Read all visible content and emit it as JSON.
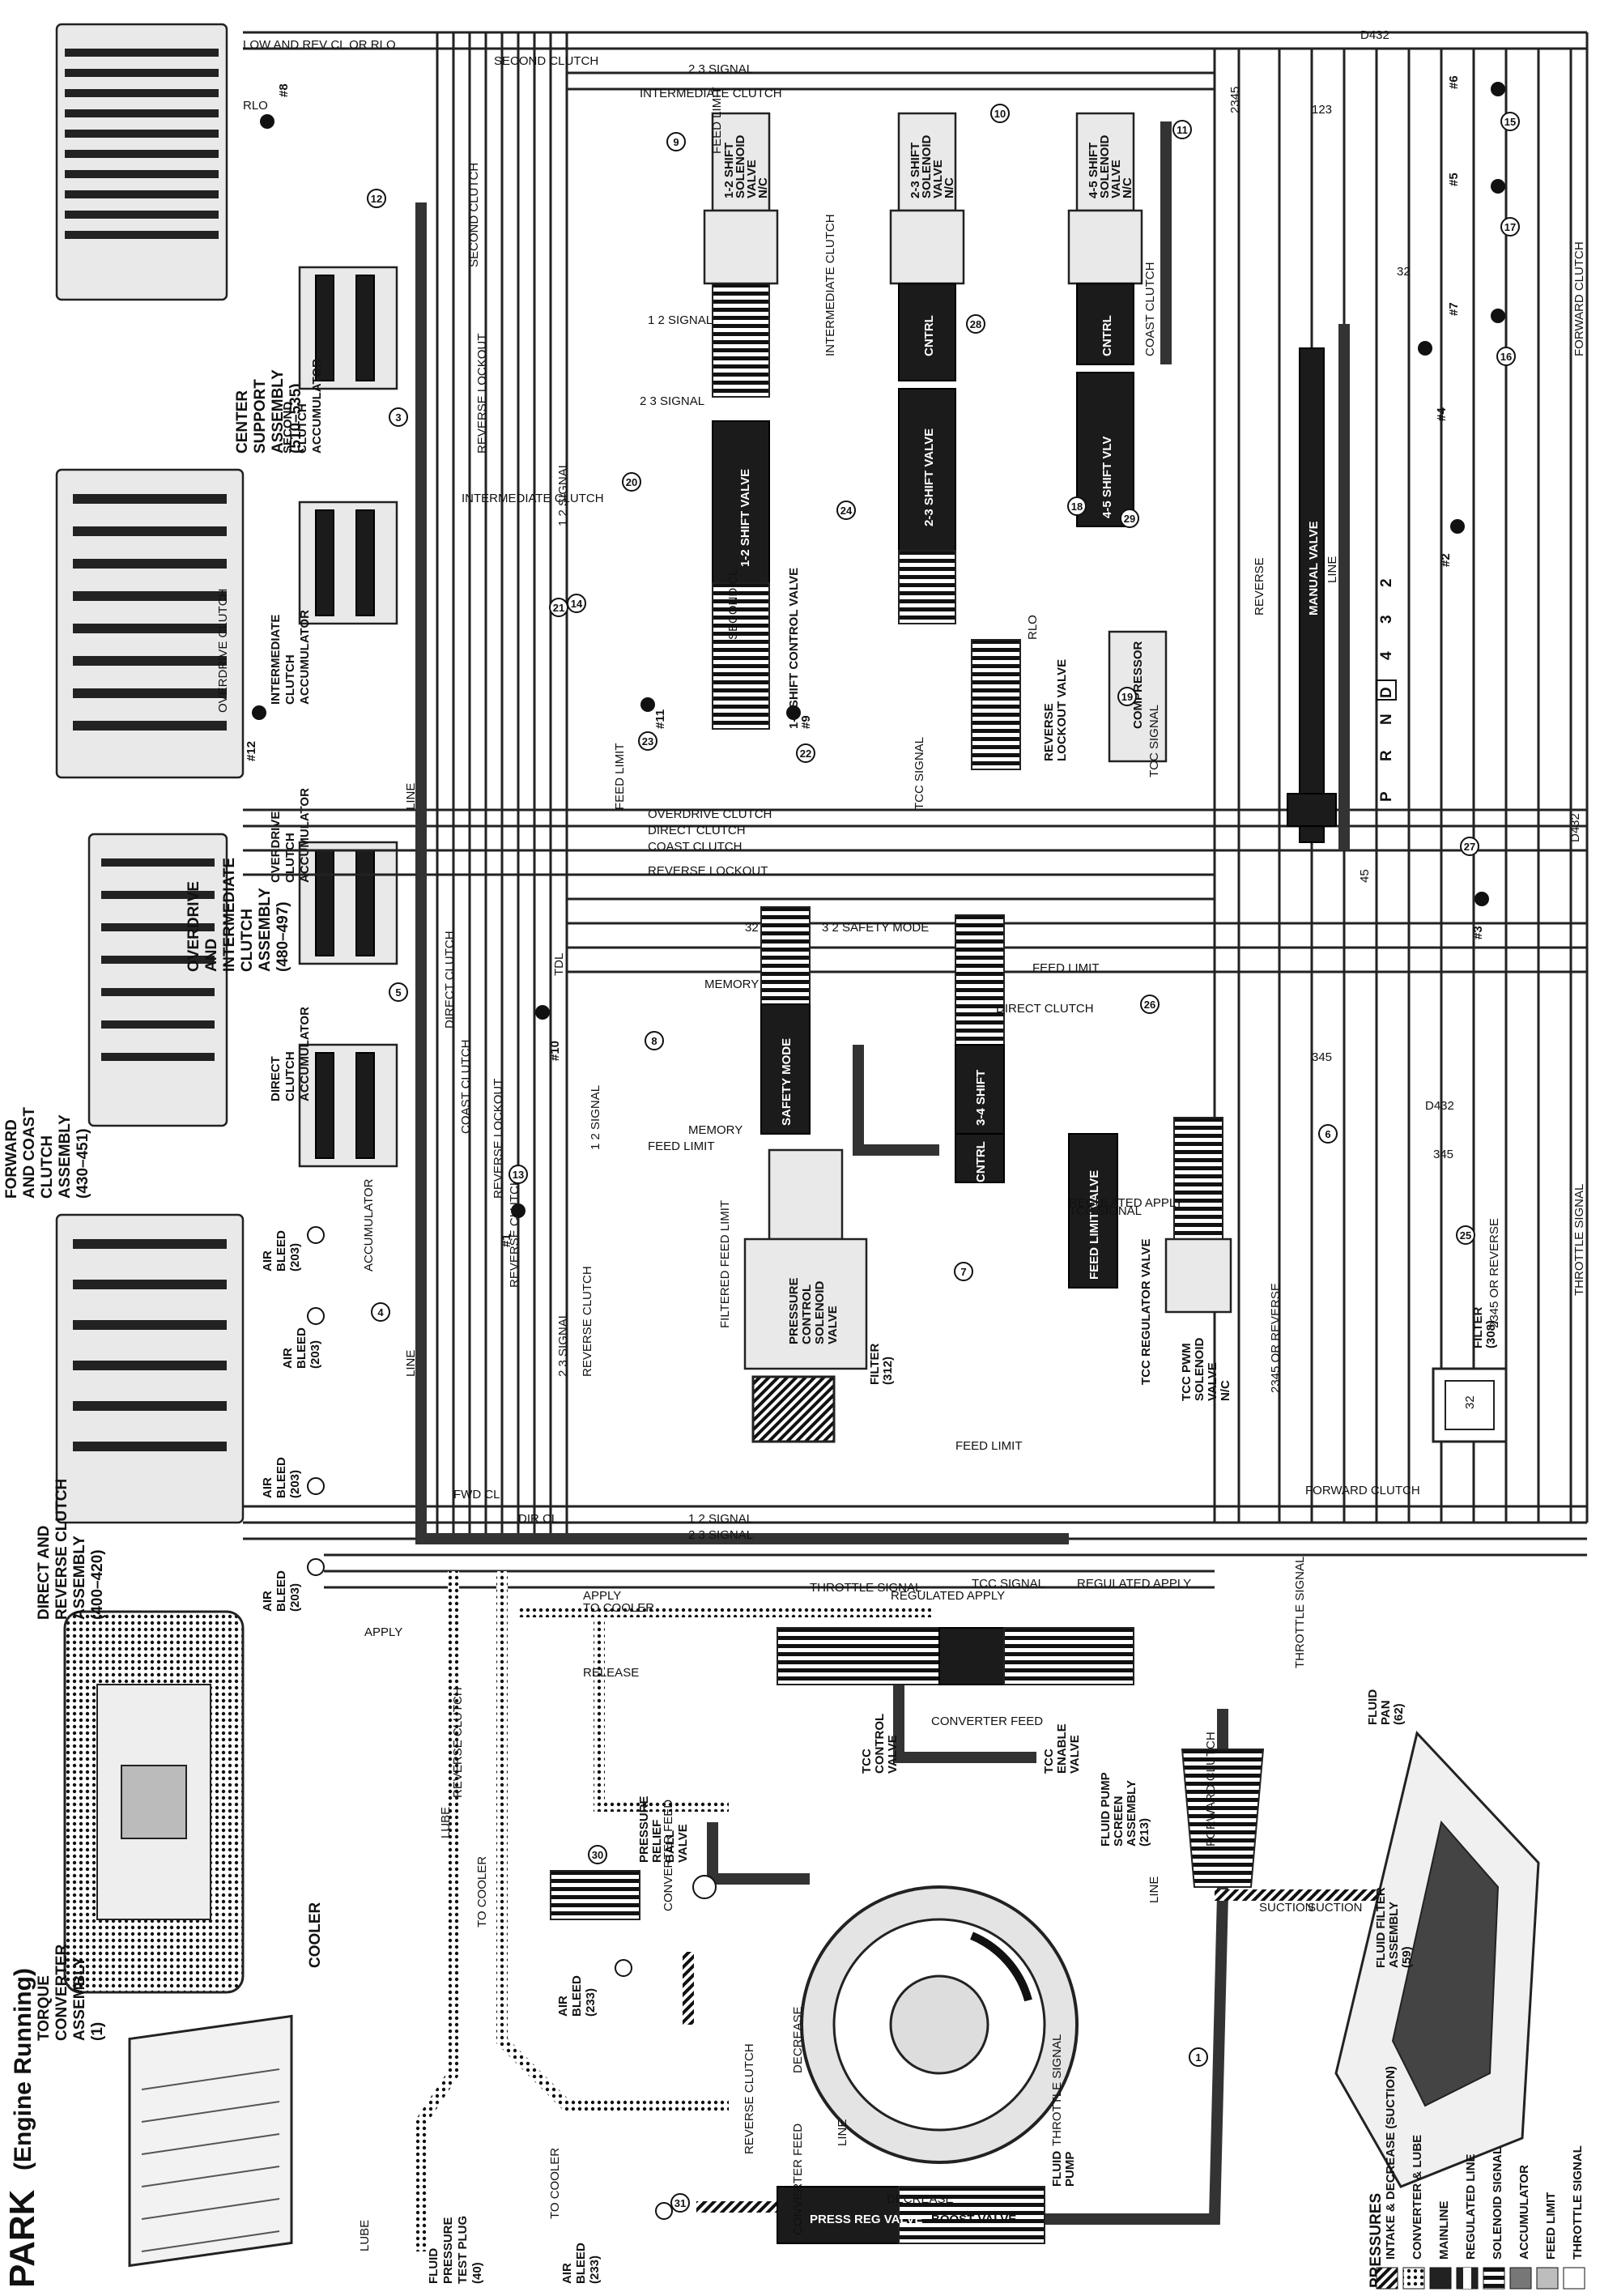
{
  "title": "PARK",
  "subtitle": "(Engine Running)",
  "assemblies": {
    "center_support": [
      "CENTER",
      "SUPPORT",
      "ASSEMBLY",
      "(510–535)"
    ],
    "overdrive_intermediate": [
      "OVERDRIVE",
      "AND",
      "INTERMEDIATE",
      "CLUTCH",
      "ASSEMBLY",
      "(480–497)"
    ],
    "forward_coast": [
      "FORWARD",
      "AND COAST",
      "CLUTCH",
      "ASSEMBLY",
      "(430–451)"
    ],
    "direct_reverse": [
      "DIRECT AND",
      "REVERSE CLUTCH",
      "ASSEMBLY",
      "(400–420)"
    ],
    "torque_converter": [
      "TORQUE",
      "CONVERTER",
      "ASSEMBLY",
      "(1)"
    ],
    "cooler": "COOLER",
    "fluid_pressure_test_plug": [
      "FLUID",
      "PRESSURE",
      "TEST PLUG",
      "(40)"
    ],
    "fluid_pump": [
      "FLUID",
      "PUMP"
    ],
    "fluid_pump_screen": [
      "FLUID PUMP",
      "SCREEN",
      "ASSEMBLY",
      "(213)"
    ],
    "fluid_filter": [
      "FLUID FILTER",
      "ASSEMBLY",
      "(59)"
    ],
    "fluid_pan": [
      "FLUID",
      "PAN",
      "(62)"
    ],
    "pressure_relief": [
      "PRESSURE",
      "RELIEF",
      "BALL",
      "VALVE"
    ],
    "tcc_control_valve": [
      "TCC",
      "CONTROL",
      "VALVE"
    ],
    "tcc_enable_valve": [
      "TCC",
      "ENABLE",
      "VALVE"
    ],
    "pressure_control_solenoid": [
      "PRESSURE",
      "CONTROL",
      "SOLENOID",
      "VALVE"
    ],
    "filter_312": [
      "FILTER",
      "(312)"
    ],
    "filter_308": [
      "FILTER",
      "(308)"
    ],
    "tcc_regulator": "TCC REGULATOR VALVE",
    "tcc_pwm": [
      "TCC PWM",
      "SOLENOID",
      "VALVE",
      "N/C"
    ],
    "feed_limit_valve": "FEED LIMIT VALVE",
    "safety_mode": "SAFETY MODE",
    "cntrl_34": "CNTRL",
    "shift_34": "3-4 SHIFT",
    "manual_valve": "MANUAL VALVE",
    "reverse_lockout": [
      "REVERSE",
      "LOCKOUT VALVE"
    ],
    "shift_12": "1-2 SHIFT VALVE",
    "shift_12_control": "1-2 SHIFT CONTROL VALVE",
    "shift_23": "2-3 SHIFT VALVE",
    "cntrl_23": "CNTRL",
    "shift_45": "4-5 SHIFT VLV",
    "cntrl_45": "CNTRL",
    "sol_12": [
      "1-2 SHIFT",
      "SOLENOID",
      "VALVE",
      "N/C"
    ],
    "sol_23": [
      "2-3 SHIFT",
      "SOLENOID",
      "VALVE",
      "N/C"
    ],
    "sol_45": [
      "4-5 SHIFT",
      "SOLENOID",
      "VALVE",
      "N/C"
    ],
    "second_clutch_acc": [
      "SECOND",
      "CLUTCH",
      "ACCUMULATOR"
    ],
    "intermediate_clutch_acc": [
      "INTERMEDIATE",
      "CLUTCH",
      "ACCUMULATOR"
    ],
    "overdrive_clutch_acc": [
      "OVERDRIVE",
      "CLUTCH",
      "ACCUMULATOR"
    ],
    "direct_clutch_acc": [
      "DIRECT",
      "CLUTCH",
      "ACCUMULATOR"
    ],
    "air_bleed_203": [
      "AIR",
      "BLEED",
      "(203)"
    ],
    "air_bleed_233": [
      "AIR",
      "BLEED",
      "(233)"
    ],
    "press_reg_valve": "PRESS REG VALVE",
    "boost_valve": "BOOST VALVE",
    "compressor": "COMPRESSOR",
    "gear_positions": [
      "P",
      "R",
      "N",
      "D",
      "4",
      "3",
      "2"
    ]
  },
  "checkballs": [
    "#1",
    "#2",
    "#3",
    "#4",
    "#5",
    "#6",
    "#7",
    "#8",
    "#9",
    "#10",
    "#11",
    "#12"
  ],
  "orifices": [
    "1",
    "3",
    "4",
    "5",
    "6",
    "7",
    "8",
    "9",
    "10",
    "11",
    "12",
    "13",
    "14",
    "15",
    "16",
    "17",
    "18",
    "19",
    "20",
    "21",
    "22",
    "23",
    "24",
    "25",
    "26",
    "27",
    "28",
    "29",
    "30",
    "31"
  ],
  "passages": {
    "line": "LINE",
    "suction": "SUCTION",
    "forward_clutch": "FORWARD CLUTCH",
    "throttle_signal": "THROTTLE SIGNAL",
    "reverse_clutch": "REVERSE CLUTCH",
    "to_cooler": "TO COOLER",
    "lube": "LUBE",
    "release": "RELEASE",
    "apply": "APPLY",
    "regulated_apply": "REGULATED APPLY",
    "tcc_signal": "TCC SIGNAL",
    "converter_feed": "CONVERTER FEED",
    "decrease": "DECREASE",
    "feed_limit": "FEED LIMIT",
    "signal_12": "1 2 SIGNAL",
    "signal_23": "2 3 SIGNAL",
    "second_clutch": "SECOND CLUTCH",
    "intermediate_clutch": "INTERMEDIATE CLUTCH",
    "overdrive_clutch": "OVERDRIVE CLUTCH",
    "direct_clutch": "DIRECT CLUTCH",
    "coast_clutch": "COAST CLUTCH",
    "reverse_lockout": "REVERSE LOCKOUT",
    "accumulator": "ACCUMULATOR",
    "safety_mode": "3 2 SAFETY MODE",
    "memory": "MEMORY",
    "filtered_feed": "FILTERED FEED LIMIT",
    "low_and_rev": "LOW AND REV CL OR RLO",
    "d432": "D432",
    "s2345": "2345",
    "s123": "123",
    "s45": "45",
    "s345": "345",
    "s32": "32",
    "dir_cl": "DIR CL",
    "fwd_cl": "FWD CL",
    "tdl": "TDL",
    "rlo": "RLO",
    "second_cl": "SECOND CL",
    "rlo_b": "RLO",
    "reverse": "REVERSE",
    "two345_or_reverse": "2345 OR REVERSE",
    "regulated_apply_2": "REGULATED APPLY"
  },
  "legend": {
    "heading": "PRESSURES",
    "items": [
      {
        "label": "INTAKE & DECREASE (SUCTION)",
        "style": "hatch"
      },
      {
        "label": "CONVERTER & LUBE",
        "style": "dots"
      },
      {
        "label": "MAINLINE",
        "style": "solid-dark"
      },
      {
        "label": "REGULATED LINE",
        "style": "dark-dash"
      },
      {
        "label": "SOLENOID SIGNAL",
        "style": "dark-bars"
      },
      {
        "label": "ACCUMULATOR",
        "style": "mid-gray"
      },
      {
        "label": "FEED LIMIT",
        "style": "light-gray"
      },
      {
        "label": "THROTTLE SIGNAL",
        "style": "white"
      }
    ]
  },
  "colors": {
    "ink": "#111111",
    "mainline": "#222222",
    "feed": "#bdbdbd",
    "background": "#ffffff"
  }
}
